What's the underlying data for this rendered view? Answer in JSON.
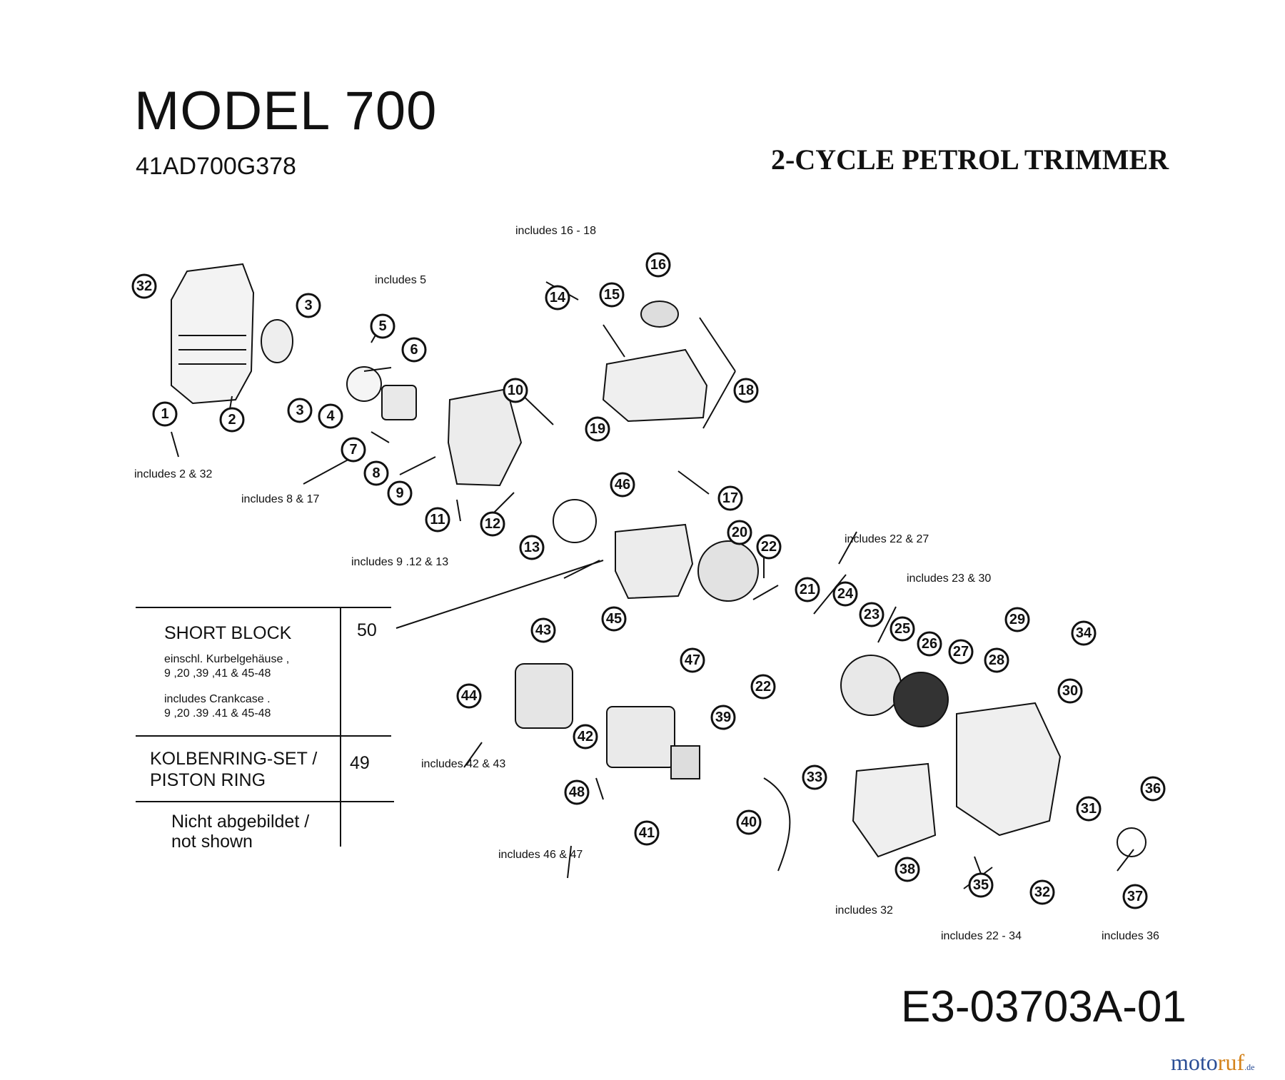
{
  "header": {
    "model_title": "MODEL  700",
    "model_number": "41AD700G378",
    "product_title": "2-CYCLE PETROL TRIMMER"
  },
  "notes": {
    "n1": "includes 2 & 32",
    "n2": "includes 5",
    "n3": "includes 8 & 17",
    "n4": "includes 9 .12 & 13",
    "n5": "includes 16 - 18",
    "n6": "includes 22 & 27",
    "n7": "includes 23 & 30",
    "n8": "includes 42 & 43",
    "n9": "includes 46 & 47",
    "n10": "includes 32",
    "n11": "includes 22 - 34",
    "n12": "includes 36"
  },
  "legend": {
    "row1_title": "SHORT BLOCK",
    "row1_number": "50",
    "row1_de_line1": "einschl. Kurbelgehäuse ,",
    "row1_de_line2": "9 ,20 ,39 ,41 & 45-48",
    "row1_en_line1": "includes Crankcase .",
    "row1_en_line2": "9 ,20 .39 .41 & 45-48",
    "row2_line1": "KOLBENRING-SET /",
    "row2_line2": "PISTON RING",
    "row2_number": "49",
    "row3_line1": "Nicht abgebildet /",
    "row3_line2": "not shown"
  },
  "callouts": [
    "1",
    "2",
    "3",
    "3",
    "4",
    "5",
    "6",
    "7",
    "8",
    "9",
    "10",
    "11",
    "12",
    "13",
    "14",
    "15",
    "16",
    "17",
    "18",
    "19",
    "20",
    "21",
    "22",
    "22",
    "23",
    "24",
    "25",
    "26",
    "27",
    "28",
    "29",
    "30",
    "31",
    "32",
    "32",
    "33",
    "34",
    "35",
    "36",
    "37",
    "38",
    "39",
    "40",
    "41",
    "42",
    "43",
    "44",
    "45",
    "46",
    "47",
    "48"
  ],
  "footer": {
    "doc_code": "E3-03703A-01",
    "brand_a": "moto",
    "brand_b": "ruf",
    "brand_tld": ".de"
  }
}
